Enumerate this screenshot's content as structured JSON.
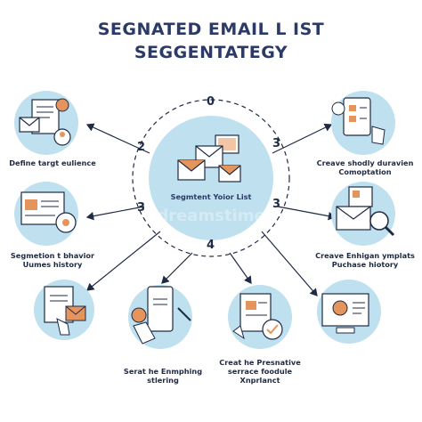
{
  "title_line1": "SEGNATED EMAIL L IST",
  "title_line2": "SEGGENTATEGY",
  "center": {
    "label": "Segmtent Yoior List",
    "watermark": "dreamstime"
  },
  "numbers": {
    "top": "0",
    "left_upper": "2",
    "right_upper": "3",
    "left_lower": "3",
    "right_lower": "3",
    "bottom": "4"
  },
  "steps": [
    {
      "id": "define-target-audience",
      "lines": [
        "Define targt eulience"
      ]
    },
    {
      "id": "segment-behavior",
      "lines": [
        "Segmetion t bhavior",
        "Uumes history"
      ]
    },
    {
      "id": "search-engine",
      "lines": [
        "Serat he Enmphing",
        "stlering"
      ]
    },
    {
      "id": "create-presentative",
      "lines": [
        "Creat he Presnative",
        "serrace foodule",
        "Xnprlanct"
      ]
    },
    {
      "id": "create-shodly",
      "lines": [
        "Creave shodly duravien",
        "Comoptation"
      ]
    },
    {
      "id": "create-enhigan",
      "lines": [
        "Creave Enhigan ymplats",
        "Puchase hiotory"
      ]
    }
  ],
  "colors": {
    "circle": "#bfe0ef",
    "ink": "#1f2a44",
    "accent": "#e5955c",
    "paper": "#ffffff"
  }
}
